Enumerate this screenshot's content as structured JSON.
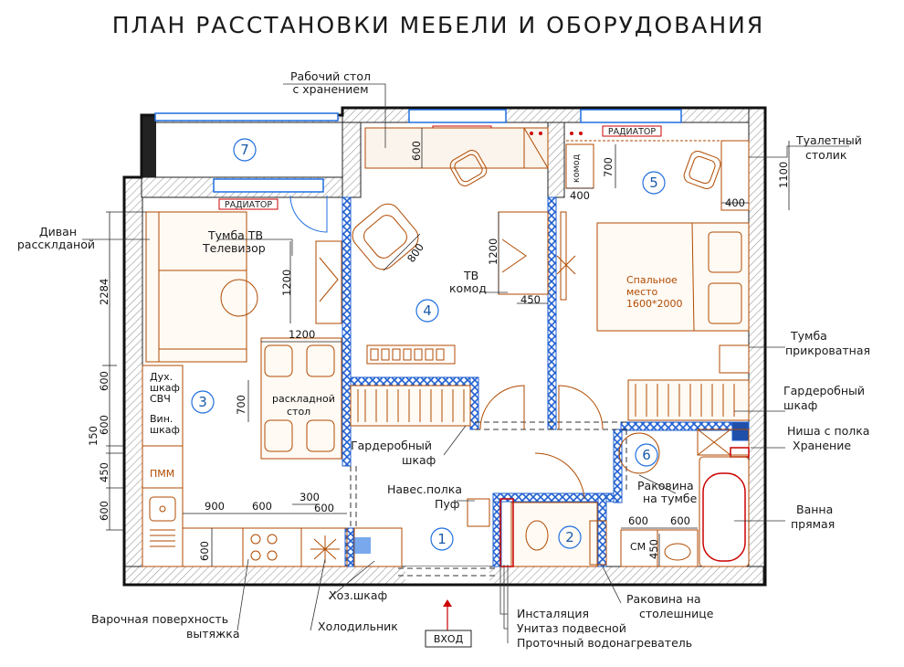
{
  "title": "ПЛАН РАССТАНОВКИ МЕБЕЛИ И ОБОРУДОВАНИЯ",
  "rooms": [
    "1",
    "2",
    "3",
    "4",
    "5",
    "6",
    "7"
  ],
  "radiator": "РАДИАТОР",
  "entrance": "ВХОД",
  "labels": {
    "desk_1": "Рабочий стол",
    "desk_2": "с хранением",
    "vanity_1": "Туалетный",
    "vanity_2": "столик",
    "sofa_1": "Диван",
    "sofa_2": "рассклданой",
    "tv_stand_1": "Тумба ТВ",
    "tv_stand_2": "Телевизор",
    "tv_dresser_1": "ТВ",
    "tv_dresser_2": "комод",
    "bed_1": "Спальное",
    "bed_2": "место",
    "bed_3": "1600*2000",
    "nightstand_1": "Тумба",
    "nightstand_2": "прикроватная",
    "wardrobe_r_1": "Гардеробный",
    "wardrobe_r_2": "шкаф",
    "niche_1": "Ниша с   полка",
    "niche_2": "Хранение",
    "wardrobe_c_1": "Гардеробный",
    "wardrobe_c_2": "шкаф",
    "shelf": "Навес.полка",
    "pouf": "Пуф",
    "sink_stand_1": "Раковина",
    "sink_stand_2": "на тумбе",
    "bath_1": "Ванна",
    "bath_2": "прямая",
    "table_1": "раскладной",
    "table_2": "стол",
    "oven_1": "Дух.",
    "oven_2": "шкаф",
    "oven_3": "СВЧ",
    "wine_1": "Вин.",
    "wine_2": "шкаф",
    "dishwasher": "ПММ",
    "washer": "СМ",
    "dresser_small": "комод",
    "hob_1": "Варочная поверхность",
    "hob_2": "вытяжка",
    "fridge": "Холодильник",
    "utility": "Хоз.шкаф",
    "install": "Инсталяция",
    "wc": "Унитаз подвесной",
    "heater": "Проточный водонагреватель",
    "sink_top_1": "Раковина на",
    "sink_top_2": "столешнице"
  },
  "dimensions": {
    "d600_desk": "600",
    "d700": "700",
    "d400_a": "400",
    "d400_b": "400",
    "d1100": "1100",
    "d2284": "2284",
    "d1200_tv": "1200",
    "d800": "800",
    "d1200_dresser": "1200",
    "d450_dresser": "450",
    "d1200_table": "1200",
    "d700_table": "700",
    "d600_oven": "600",
    "d600_wine": "600",
    "d150": "150",
    "d450_pmm": "450",
    "d600_sink": "600",
    "d900": "900",
    "d600_k": "600",
    "d300": "300",
    "d600_k2": "600",
    "d600_depth": "600",
    "d600_bath_a": "600",
    "d600_bath_b": "600",
    "d450_bath": "450"
  }
}
